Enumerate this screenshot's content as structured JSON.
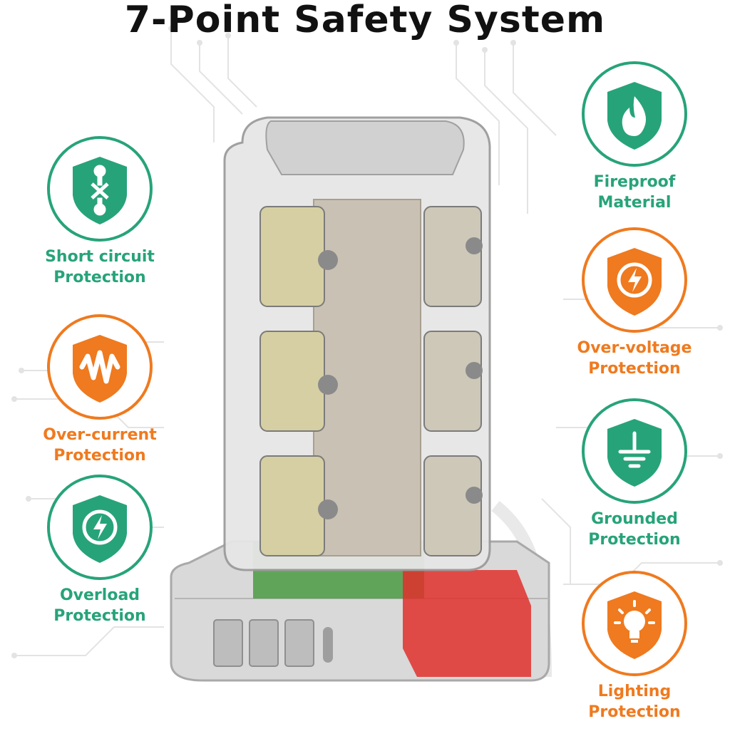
{
  "title": "7-Point Safety System",
  "features": {
    "short_circuit": {
      "line1": "Short circuit",
      "line2": "Protection",
      "icon": "short-circuit-icon"
    },
    "over_current": {
      "line1": "Over-current",
      "line2": "Protection",
      "icon": "wave-icon"
    },
    "overload": {
      "line1": "Overload",
      "line2": "Protection",
      "icon": "lightning-circle-icon"
    },
    "fireproof": {
      "line1": "Fireproof",
      "line2": "Material",
      "icon": "flame-icon"
    },
    "over_voltage": {
      "line1": "Over-voltage",
      "line2": "Protection",
      "icon": "lightning-circle-icon"
    },
    "grounded": {
      "line1": "Grounded",
      "line2": "Protection",
      "icon": "ground-icon"
    },
    "lighting": {
      "line1": "Lighting",
      "line2": "Protection",
      "icon": "bulb-icon"
    }
  },
  "colors": {
    "green": "#27a37a",
    "orange": "#ef7a1f",
    "title": "#111111"
  }
}
